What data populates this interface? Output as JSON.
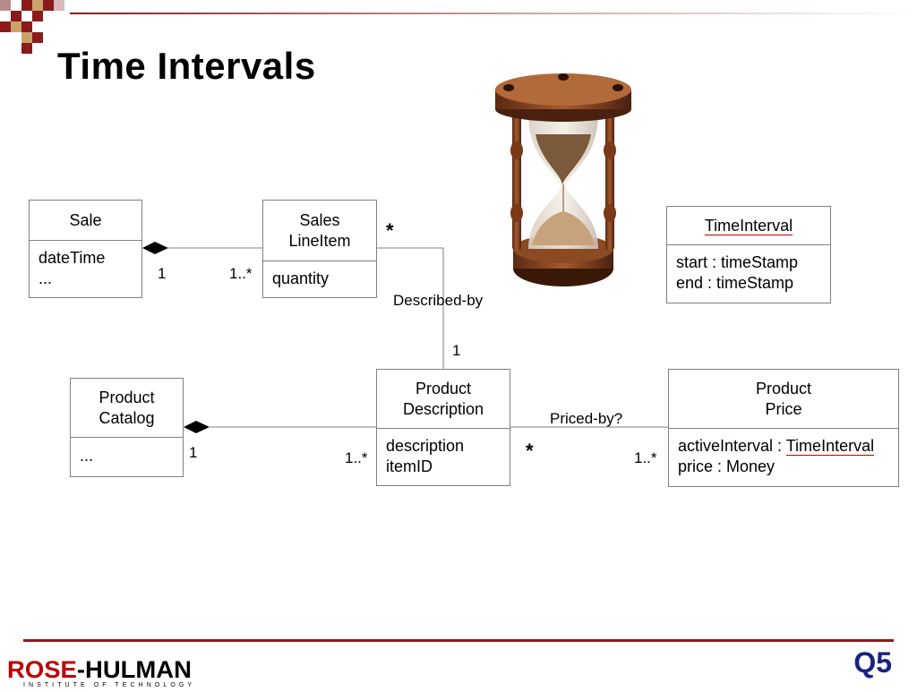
{
  "slide": {
    "title": "Time Intervals",
    "slide_tag": "Q5"
  },
  "logo": {
    "wordmark": "ROSE-HULMAN",
    "subtitle": "INSTITUTE OF TECHNOLOGY",
    "color_red": "#c00000",
    "color_black": "#000000"
  },
  "diagram": {
    "classes": {
      "sale": {
        "name_lines": [
          "Sale"
        ],
        "attributes": [
          "dateTime",
          "..."
        ]
      },
      "sales_line_item": {
        "name_lines": [
          "Sales",
          "LineItem"
        ],
        "attributes": [
          "quantity"
        ]
      },
      "time_interval": {
        "name_lines": [
          "TimeInterval"
        ],
        "attributes": [
          "start : timeStamp",
          "end : timeStamp"
        ]
      },
      "product_catalog": {
        "name_lines": [
          "Product",
          "Catalog"
        ],
        "attributes": [
          "..."
        ]
      },
      "product_description": {
        "name_lines": [
          "Product",
          "Description"
        ],
        "attributes": [
          "description",
          "itemID"
        ]
      },
      "product_price": {
        "name_lines": [
          "Product",
          "Price"
        ],
        "attributes": [
          "activeInterval : ",
          "price : Money"
        ],
        "attribute_type_highlight": "TimeInterval"
      }
    },
    "associations": {
      "sale_lineitem": {
        "sale_end": "1",
        "lineitem_end": "1..*"
      },
      "lineitem_description": {
        "label": "Described-by",
        "lineitem_end": "*",
        "description_end": "1"
      },
      "catalog_description": {
        "catalog_end": "1",
        "description_end": "1..*"
      },
      "description_price": {
        "label": "Priced-by?",
        "description_end": "*",
        "price_end": "1..*"
      }
    },
    "line_color": "#808080",
    "highlight_color": "#c00000"
  },
  "images": {
    "hourglass": "hourglass-image"
  }
}
